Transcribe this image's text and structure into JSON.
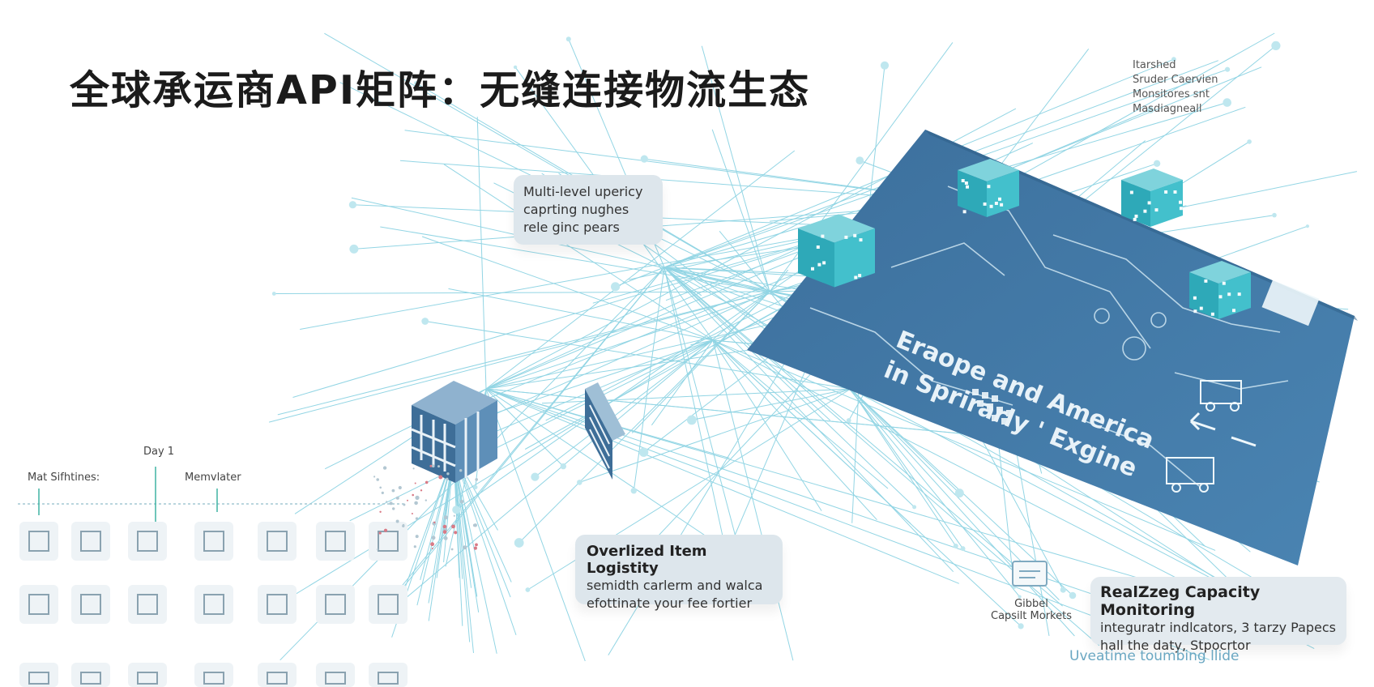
{
  "title": "全球承运商API矩阵：无缝连接物流生态",
  "top_right_note": [
    "Itarshed",
    "Sruder Caervien",
    "Monsitores snt",
    "Masdiagneall"
  ],
  "card_pricing": {
    "lines": [
      "Multi-level upericy",
      "caprting nughes",
      "rele ginc pears"
    ]
  },
  "card_oversized": {
    "title": "Overlized Item Logistity",
    "lines": [
      "semidth carlerm and walca",
      "efottinate your fee fortier"
    ]
  },
  "card_capacity": {
    "title": "RealZzeg Capacity Monitoring",
    "lines": [
      "integuratr indlcators, 3 tarzy Papecs",
      "hall the daty, Stpocrtor"
    ]
  },
  "capacity_footer": "Uveatime toumbing llide",
  "market_label": [
    "Gibbel",
    "Capsilt Morkets"
  ],
  "board": {
    "lines": [
      "Eraope and America",
      "in Sprirarly ' Exgine"
    ]
  },
  "timeline": {
    "labels": [
      "Mat Sifhtines:",
      "Day 1",
      "Memvlater"
    ]
  },
  "colors": {
    "board": "#3f78a6",
    "line": "#6ec7db",
    "cube": "#38b6c4",
    "title": "#1b1b1b"
  },
  "icons": [
    "node-icon",
    "truck-icon",
    "arrow-icon",
    "cube-icon",
    "scale-icon",
    "globe-icon",
    "chart-icon",
    "monitor-icon"
  ]
}
